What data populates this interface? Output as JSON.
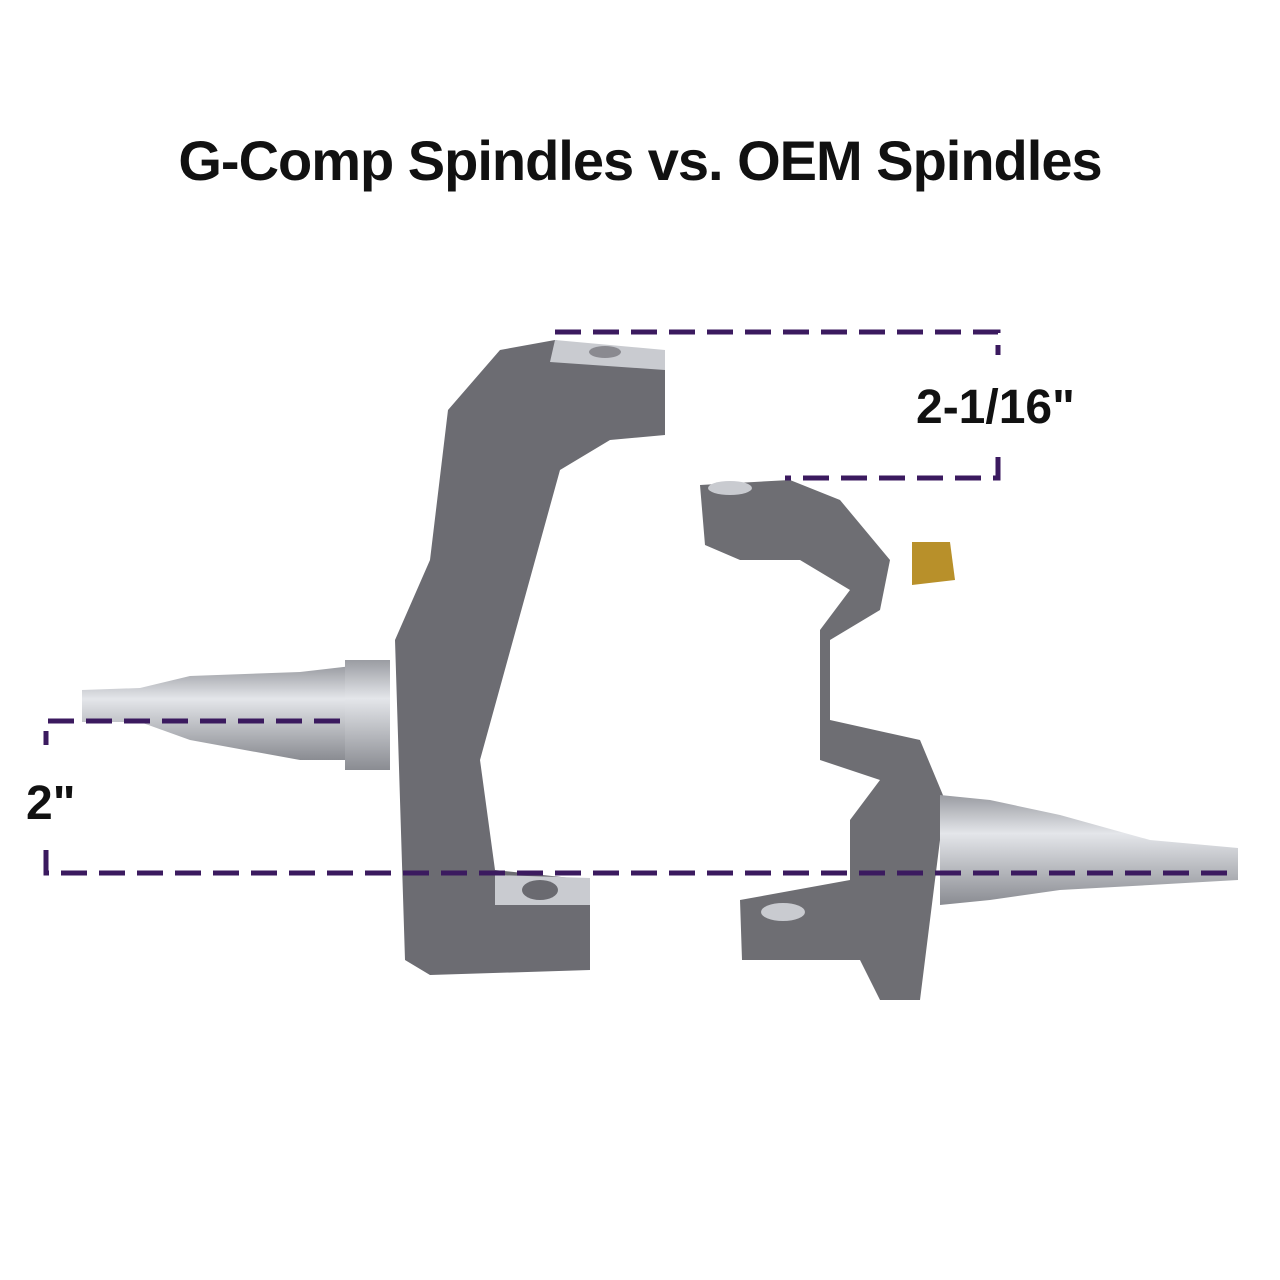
{
  "title": "G-Comp Spindles vs. OEM Spindles",
  "measurements": {
    "steering_arm_difference": "2-1/16\"",
    "spindle_height_difference": "2\""
  },
  "colors": {
    "dimension_line": "#3b1a5f",
    "metal_cast": "#6e6e74",
    "metal_machined": "#c4c6cc",
    "brass_nut": "#b8902a"
  }
}
